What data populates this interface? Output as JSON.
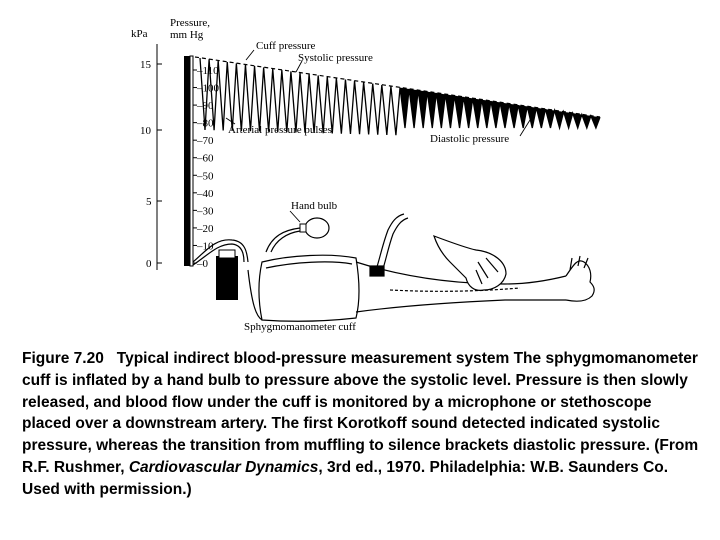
{
  "diagram": {
    "axes": {
      "kpa_label": "kPa",
      "pressure_label_1": "Pressure,",
      "pressure_label_2": "mm Hg",
      "kpa_ticks": [
        "15",
        "10",
        "5",
        "0"
      ],
      "mmhg_ticks": [
        "110",
        "100",
        "90",
        "80",
        "70",
        "60",
        "50",
        "40",
        "30",
        "20",
        "10",
        "0"
      ]
    },
    "labels": {
      "cuff_pressure": "Cuff pressure",
      "systolic_pressure": "Systolic pressure",
      "arterial_pulses": "Arterial pressure pulses",
      "diastolic_pressure": "Diastolic pressure",
      "hand_bulb": "Hand bulb",
      "cuff": "Sphygmomanometer cuff"
    }
  },
  "caption": {
    "figure_number": "Figure 7.20",
    "text_main": "Typical indirect blood-pressure measurement system The sphygmomanometer cuff is inflated by a hand bulb to pressure above the systolic level. Pressure is then slowly released, and blood flow under the cuff is monitored by a microphone or stethoscope placed over a downstream artery. The first Korotkoff sound detected indicated systolic pressure, whereas the transition from muffling to silence brackets diastolic pressure. (From R.F. Rushmer, ",
    "book_title": "Cardiovascular Dynamics",
    "text_end": ", 3rd ed., 1970. Philadelphia: W.B. Saunders Co. Used with permission.)"
  }
}
